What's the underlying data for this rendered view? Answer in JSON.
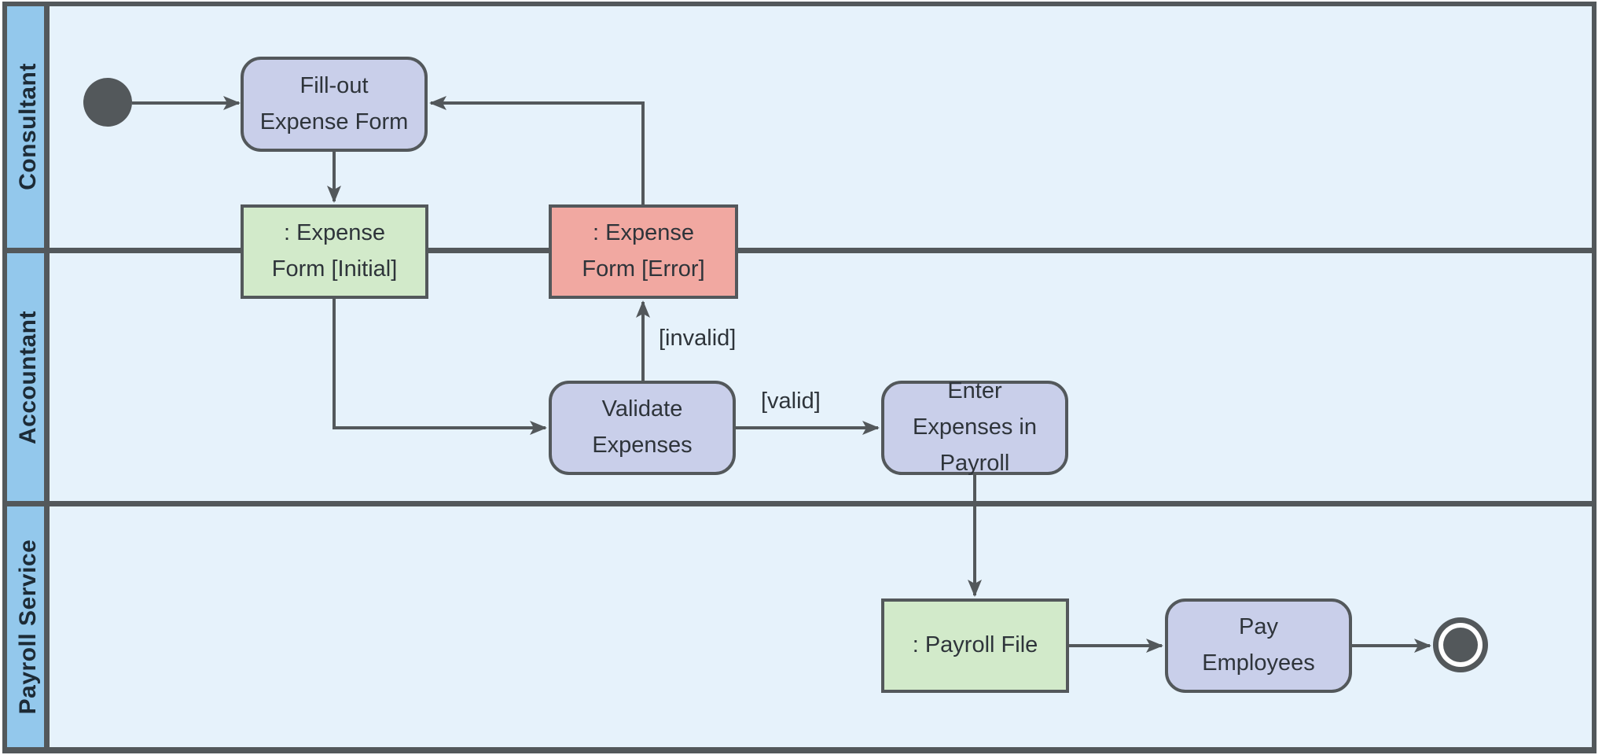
{
  "diagram": {
    "type": "uml-activity-swimlane",
    "lanes": [
      {
        "id": "consultant",
        "label": "Consultant"
      },
      {
        "id": "accountant",
        "label": "Accountant"
      },
      {
        "id": "payroll_service",
        "label": "Payroll Service"
      }
    ],
    "nodes": {
      "start": {
        "type": "initial-node",
        "lane": "consultant"
      },
      "fill_out": {
        "type": "action",
        "label": "Fill-out Expense Form",
        "lane": "consultant"
      },
      "expense_form_initial": {
        "type": "object",
        "label": ": Expense Form [Initial]",
        "lane": "consultant/accountant"
      },
      "expense_form_error": {
        "type": "object",
        "label": ": Expense Form [Error]",
        "lane": "consultant/accountant"
      },
      "validate": {
        "type": "action",
        "label": "Validate Expenses",
        "lane": "accountant"
      },
      "enter_expenses": {
        "type": "action",
        "label": "Enter Expenses in Payroll",
        "lane": "accountant"
      },
      "payroll_file": {
        "type": "object",
        "label": ": Payroll File",
        "lane": "payroll_service"
      },
      "pay_employees": {
        "type": "action",
        "label": "Pay Employees",
        "lane": "payroll_service"
      },
      "end": {
        "type": "activity-final-node",
        "lane": "payroll_service"
      }
    },
    "edges": [
      {
        "from": "start",
        "to": "fill_out",
        "label": ""
      },
      {
        "from": "fill_out",
        "to": "expense_form_initial",
        "label": ""
      },
      {
        "from": "expense_form_initial",
        "to": "validate",
        "label": ""
      },
      {
        "from": "validate",
        "to": "expense_form_error",
        "label": "[invalid]"
      },
      {
        "from": "expense_form_error",
        "to": "fill_out",
        "label": ""
      },
      {
        "from": "validate",
        "to": "enter_expenses",
        "label": "[valid]"
      },
      {
        "from": "enter_expenses",
        "to": "payroll_file",
        "label": ""
      },
      {
        "from": "payroll_file",
        "to": "pay_employees",
        "label": ""
      },
      {
        "from": "pay_employees",
        "to": "end",
        "label": ""
      }
    ],
    "colors": {
      "border": "#53585b",
      "lane_label_bg": "#93c8ec",
      "lane_body_bg": "#e6f2fb",
      "action_fill": "#c9cfea",
      "object_green_fill": "#d2eaca",
      "object_error_fill": "#f1a8a1",
      "node_text": "#2e343a",
      "lane_text": "#1d2b36"
    }
  }
}
